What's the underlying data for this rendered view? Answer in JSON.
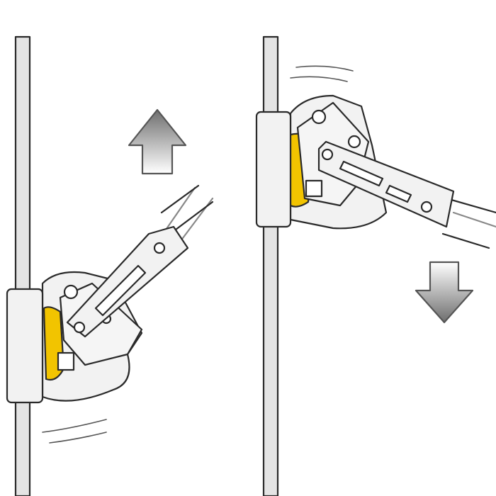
{
  "colors": {
    "outline": "#2a2a2a",
    "rope_fill": "#e4e4e4",
    "device_fill": "#f2f2f2",
    "cam_accent": "#f2c400",
    "arrow_dark": "#6e6e6e",
    "arrow_light": "#ffffff"
  },
  "panels": [
    {
      "state": "rope-running",
      "arrow_direction": "up"
    },
    {
      "state": "rope-locked",
      "arrow_direction": "down"
    }
  ]
}
